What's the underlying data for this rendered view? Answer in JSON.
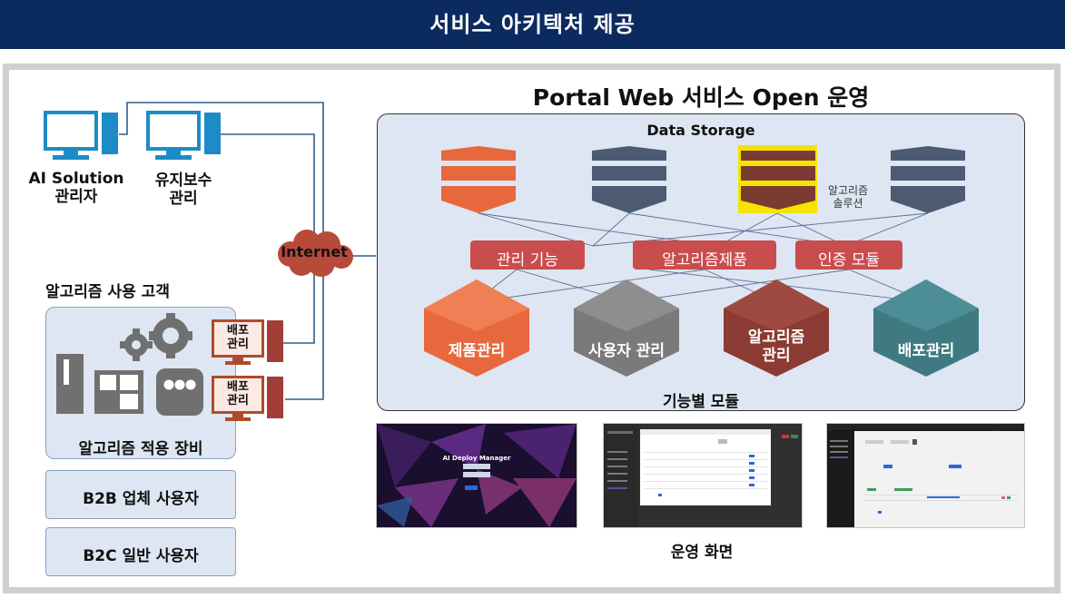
{
  "header": {
    "title": "서비스 아키텍처 제공"
  },
  "left": {
    "client1_label_line1": "AI Solution",
    "client1_label_line2": "관리자",
    "client2_label_line1": "유지보수",
    "client2_label_line2": "관리",
    "customer_title": "알고리즘 사용 고객",
    "device_line1": "배포",
    "device_line2": "관리",
    "device2_line1": "배포",
    "device2_line2": "관리",
    "equipment_caption": "알고리즘 적용 장비",
    "b2b": "B2B 업체 사용자",
    "b2c": "B2C 일반 사용자"
  },
  "internet": {
    "label": "Internet"
  },
  "portal": {
    "title": "Portal Web 서비스 Open 운영",
    "storage_title": "Data Storage",
    "storage_note_line1": "알고리즘",
    "storage_note_line2": "솔루션",
    "functions": [
      "관리 기능",
      "알고리즘제품",
      "인증 모듈"
    ],
    "modules": [
      "제품관리",
      "사용자 관리",
      "알고리즘",
      "관리",
      "배포관리"
    ],
    "modules_caption": "기능별 모듈"
  },
  "screens": {
    "caption": "운영 화면",
    "login_title": "AI Deploy Manager"
  },
  "colors": {
    "header": "#0b2a5e",
    "panel": "#dde6f2",
    "orange": "#e8683e",
    "slate": "#4d5b72",
    "yellow_db": "#f5e400",
    "function_red": "#c94d4d",
    "gray_cube": "#7a7a7a",
    "maroon_cube": "#8b3b33",
    "teal_cube": "#3f7a82",
    "monitor": "#1d8bc7"
  }
}
